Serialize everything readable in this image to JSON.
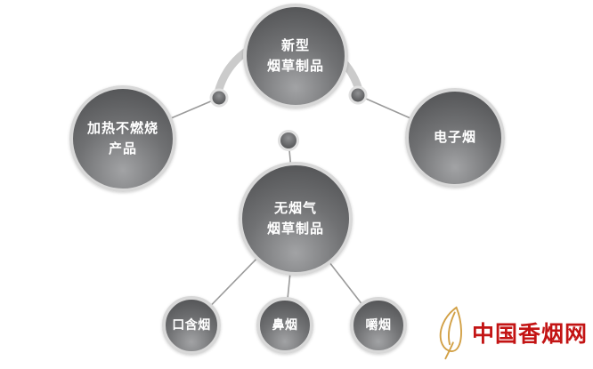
{
  "diagram": {
    "nodes": {
      "new_tobacco": {
        "label": "新型\n烟草制品"
      },
      "heat_not_burn": {
        "label": "加热不燃烧\n产品"
      },
      "e_cigarette": {
        "label": "电子烟"
      },
      "smokeless": {
        "label": "无烟气\n烟草制品"
      },
      "oral_tobacco": {
        "label": "口含烟"
      },
      "snuff": {
        "label": "鼻烟"
      },
      "chewing_tobacco": {
        "label": "嚼烟"
      }
    }
  },
  "watermark": {
    "site_name": "中国香烟网"
  },
  "colors": {
    "node_gradient_dark": "#4b4c4e",
    "node_gradient_light": "#a2a3a5",
    "node_ring": "#d8d8d8",
    "connector_line": "#9a9a9a",
    "arc": "#cbcbcb",
    "knob_dark": "#525355",
    "knob_ring": "#e0e0e0",
    "watermark_text": "#c31414",
    "watermark_icon": "#d2a045",
    "node_text": "#ffffff",
    "background": "#ffffff"
  }
}
